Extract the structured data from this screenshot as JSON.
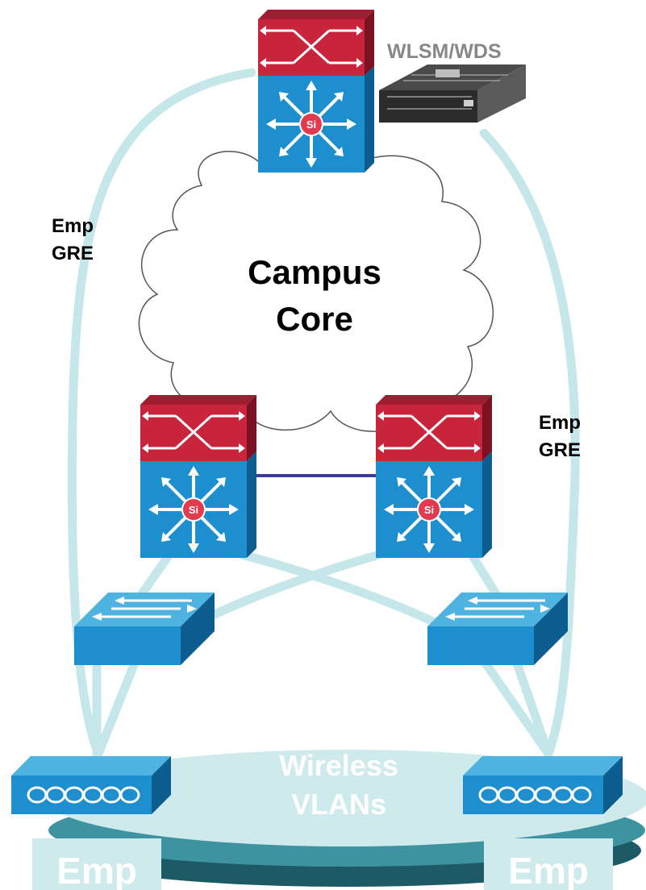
{
  "labels": {
    "wlsm": "WLSM/WDS",
    "emp_gre_left_line1": "Emp",
    "emp_gre_left_line2": "GRE",
    "emp_gre_right_line1": "Emp",
    "emp_gre_right_line2": "GRE",
    "core_line1": "Campus",
    "core_line2": "Core",
    "wireless_line1": "Wireless",
    "wireless_line2": "VLANs",
    "emp_bottom_left": "Emp",
    "emp_bottom_right": "Emp"
  },
  "colors": {
    "tunnel": "#c6e7ea",
    "router_red": "#c8243c",
    "router_red_dark": "#8e1626",
    "switch_blue": "#1d8fcf",
    "switch_blue_dark": "#0d5d8e",
    "platform_top": "#cfeaec",
    "platform_mid": "#3d93a0",
    "platform_dark": "#1e5a66",
    "link_purple": "#3a3a9a",
    "label_gray": "#888888"
  },
  "icons": {
    "multilayer_switch": "multilayer-switch-icon",
    "access_switch": "workgroup-switch-icon",
    "access_point": "access-point-icon",
    "service_module": "wlsm-blade-icon",
    "cloud": "cloud-icon"
  }
}
